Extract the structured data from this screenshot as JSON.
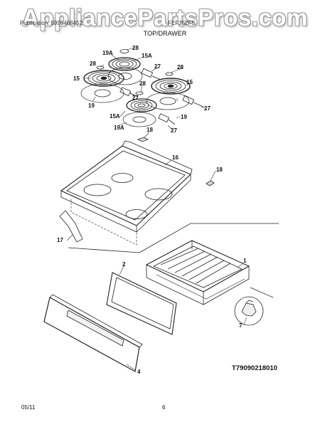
{
  "watermark": "AppliancePartsPros.com",
  "header": {
    "left_text": "Publication: 5995468452",
    "right_text": "FEF352FS",
    "section_title": "TOP/DRAWER"
  },
  "footer": {
    "date": "05/11",
    "page": "6"
  },
  "figure_code": "T79090218010",
  "callouts": {
    "c28a": "28",
    "c28b": "28",
    "c28c": "28",
    "c28d": "28",
    "c19A_a": "19A",
    "c19A_b": "19A",
    "c15A_a": "15A",
    "c15A_b": "15A",
    "c27a": "27",
    "c27b": "27",
    "c27c": "27",
    "c27d": "27",
    "c15a": "15",
    "c15b": "15",
    "c19a": "19",
    "c19b": "19",
    "c18a": "18",
    "c18b": "18",
    "c16": "16",
    "c17": "17",
    "c1": "1",
    "c2": "2",
    "c4": "4",
    "c7": "7"
  }
}
